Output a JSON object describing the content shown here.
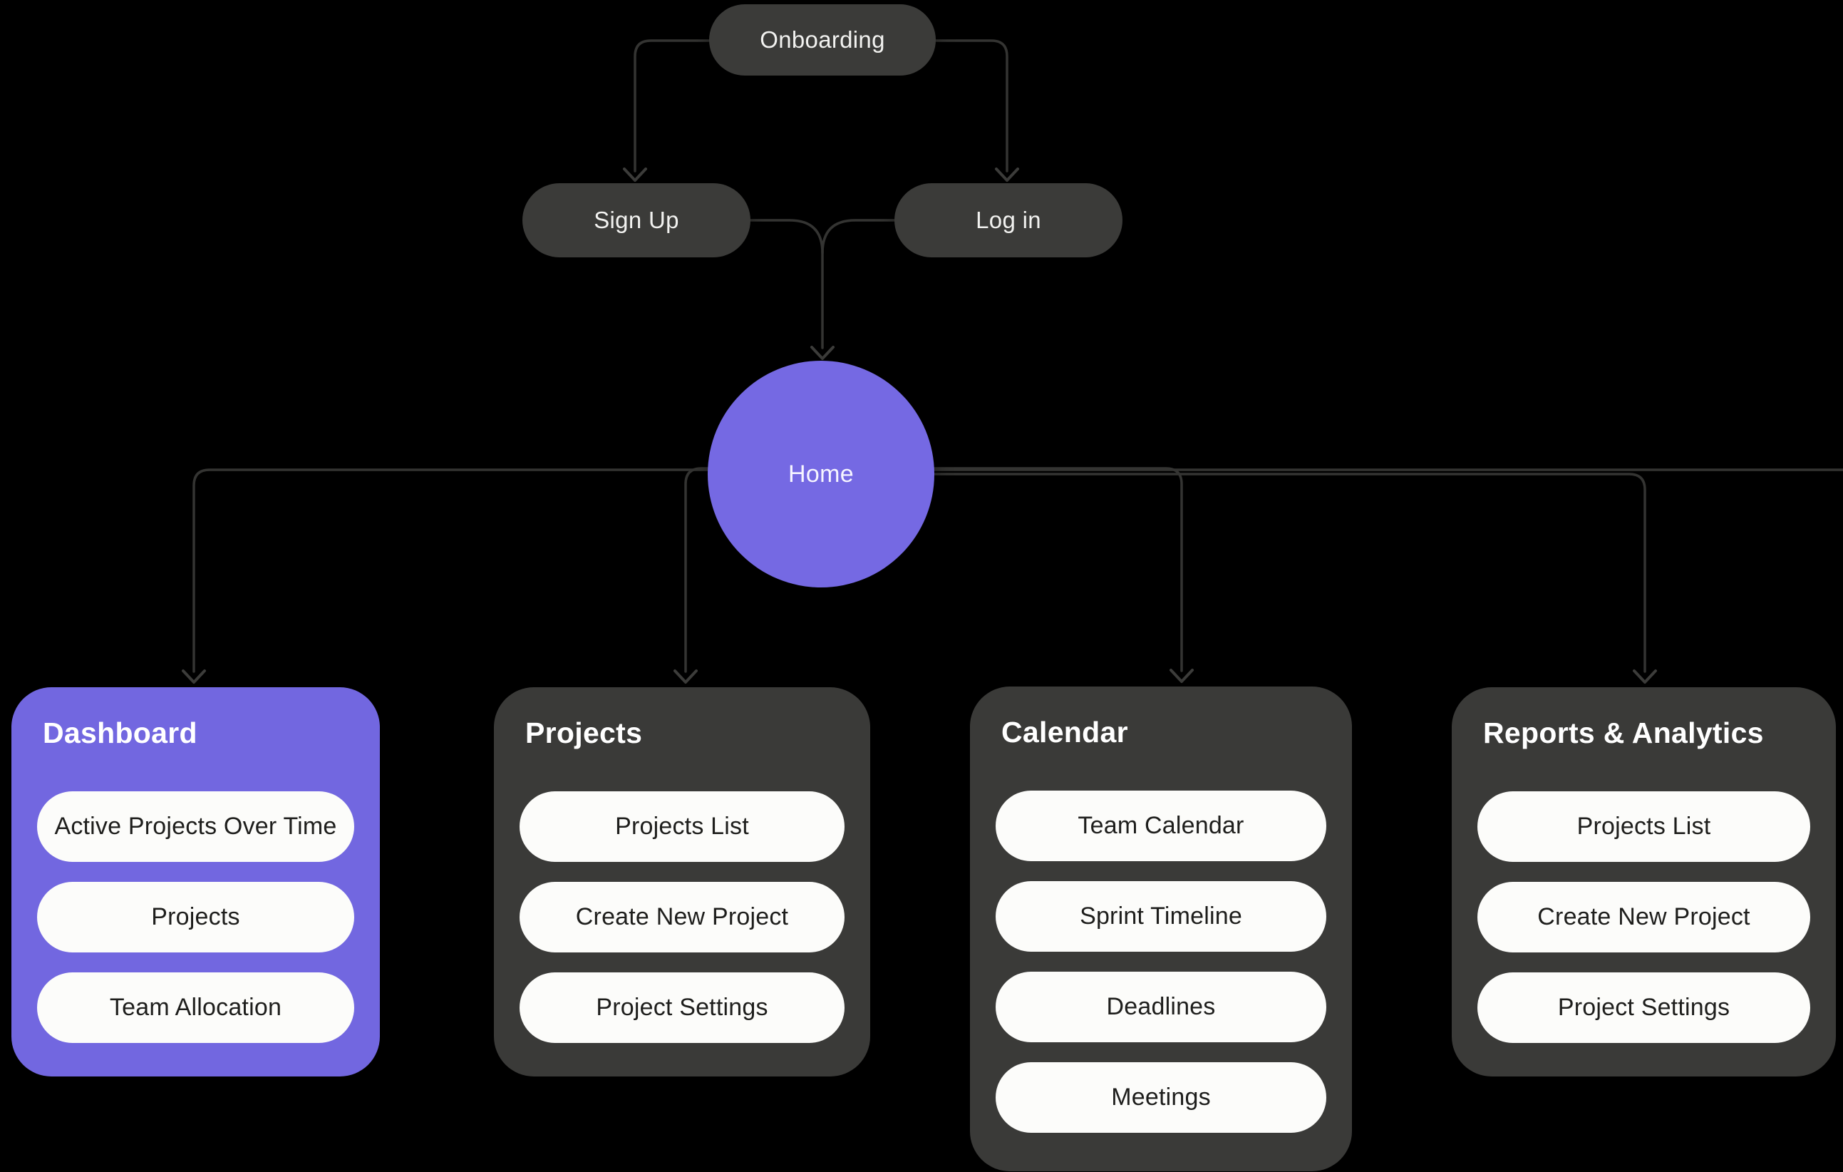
{
  "diagram": {
    "nodes": {
      "onboarding": "Onboarding",
      "sign_up": "Sign Up",
      "log_in": "Log in",
      "home": "Home"
    },
    "sections": [
      {
        "title": "Dashboard",
        "items": [
          "Active Projects Over Time",
          "Projects",
          "Team Allocation"
        ]
      },
      {
        "title": "Projects",
        "items": [
          "Projects List",
          "Create New Project",
          "Project Settings"
        ]
      },
      {
        "title": "Calendar",
        "items": [
          "Team Calendar",
          "Sprint Timeline",
          "Deadlines",
          "Meetings"
        ]
      },
      {
        "title": "Reports & Analytics",
        "items": [
          "Projects List",
          "Create New Project",
          "Project Settings"
        ]
      }
    ]
  },
  "colors": {
    "background": "#000000",
    "node_dark": "#3b3b39",
    "card_dark": "#3a3a38",
    "accent_purple": "#7267e0",
    "home_circle_purple": "#7569e3",
    "pill_white": "#fcfcfa",
    "pill_text": "#1e1e1c",
    "title_text": "#ffffff",
    "connector": "#343432"
  }
}
